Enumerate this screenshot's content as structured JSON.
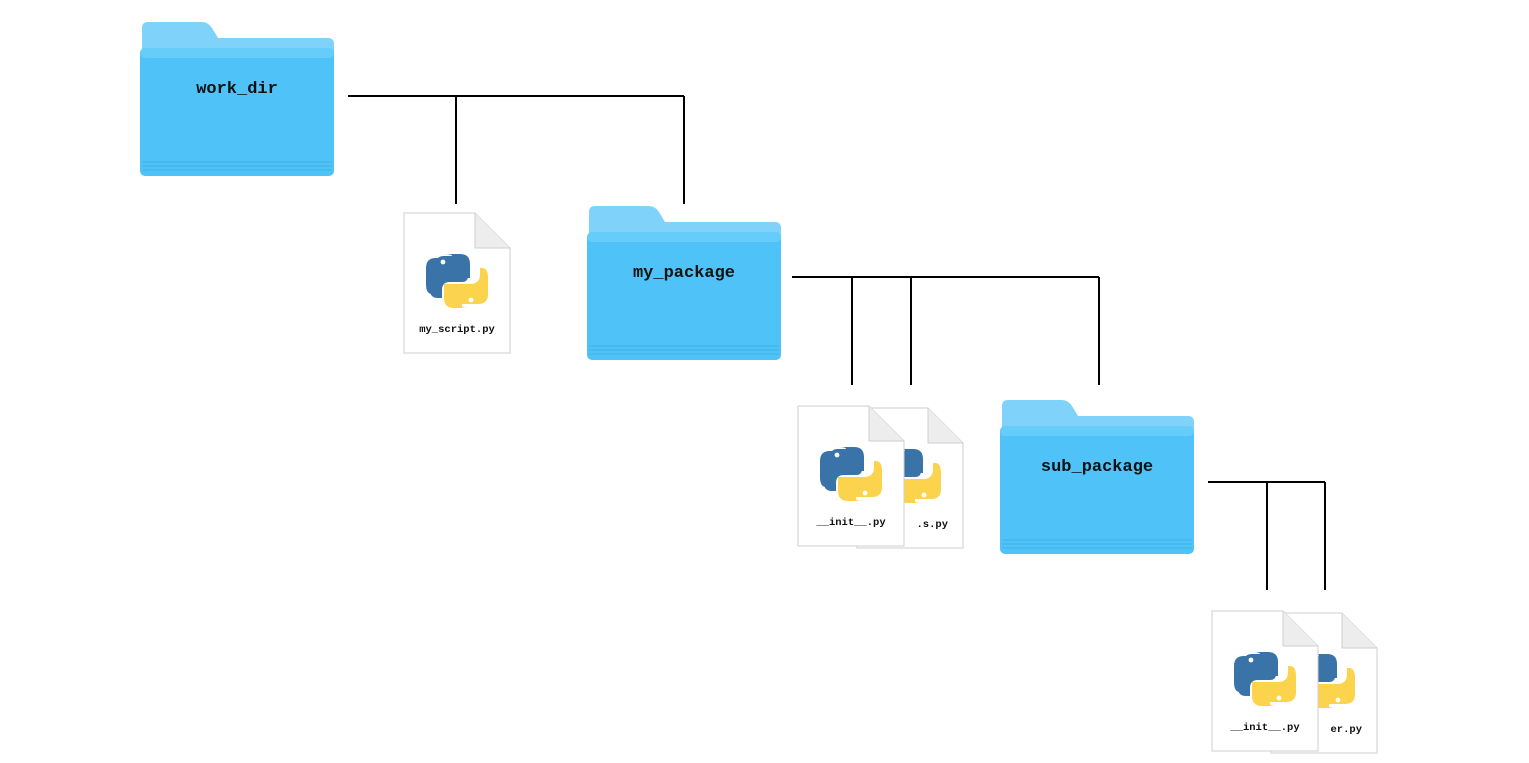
{
  "colors": {
    "folder_top": "#7fd3fb",
    "folder_body": "#4fc3f7",
    "python_blue": "#3a73a8",
    "python_yellow": "#fcd34d",
    "line": "#000000"
  },
  "folders": {
    "work_dir": {
      "label": "work_dir",
      "icon": "folder-icon"
    },
    "my_package": {
      "label": "my_package",
      "icon": "folder-icon"
    },
    "sub_package": {
      "label": "sub_package",
      "icon": "folder-icon"
    }
  },
  "files": {
    "my_script": {
      "label": "my_script.py",
      "icon": "python-file-icon"
    },
    "pkg_init": {
      "label": "__init__.py",
      "icon": "python-file-icon"
    },
    "pkg_second": {
      "label": ".s.py",
      "icon": "python-file-icon"
    },
    "sub_init": {
      "label": "__init__.py",
      "icon": "python-file-icon"
    },
    "sub_second": {
      "label": "er.py",
      "icon": "python-file-icon"
    }
  }
}
